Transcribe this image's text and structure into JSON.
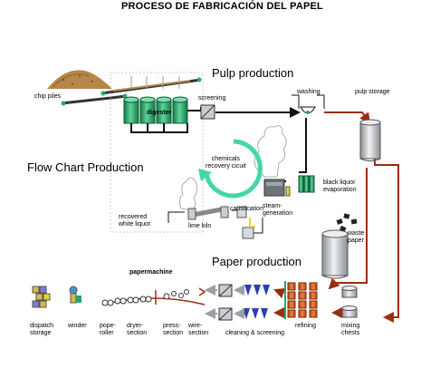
{
  "title": "PROCESO DE FABRICACIÓN DEL PAPEL",
  "sections": {
    "pulp_production": "Pulp production",
    "flow_chart_production": "Flow Chart Production",
    "paper_production": "Paper production"
  },
  "labels": {
    "chip_piles": "chip piles",
    "digester": "digester",
    "screening": "screening",
    "washing": "washing",
    "pulp_storage": "pulp storage",
    "chemicals_recovery_line1": "chemicals",
    "chemicals_recovery_line2": "recovery cicuit",
    "black_liquor_line1": "black liquor",
    "black_liquor_line2": "evaporation",
    "recovered_white_liquor_line1": "recovered",
    "recovered_white_liquor_line2": "white liquor",
    "lime_kiln": "lime kiln",
    "caustication": "caustication",
    "steam_generation_line1": "steam-",
    "steam_generation_line2": "generation",
    "waste_paper_line1": "waste",
    "waste_paper_line2": "paper",
    "papermachine": "papermachine",
    "refining": "refining",
    "mixing_chests_line1": "mixing",
    "mixing_chests_line2": "chests",
    "cleaning_screening": "cleaning & screening",
    "dispatch_storage_line1": "dispatch",
    "dispatch_storage_line2": "storage",
    "winder": "winder",
    "pope_roller_line1": "pope-",
    "pope_roller_line2": "roller",
    "dryer_section_line1": "dryer-",
    "dryer_section_line2": "section",
    "press_section_line1": "press-",
    "press_section_line2": "section",
    "wire_section_line1": "wire-",
    "wire_section_line2": "section"
  },
  "colors": {
    "pulp_pipe": "#9b2d10",
    "tank_green": "#2aa56e",
    "cycle_arrow": "#46d6a4",
    "chip_pile": "#b8864a",
    "refiner_orange": "#d85a1e",
    "cone_blue": "#2a3fb0",
    "gray_pipe": "#9aa0a6"
  }
}
